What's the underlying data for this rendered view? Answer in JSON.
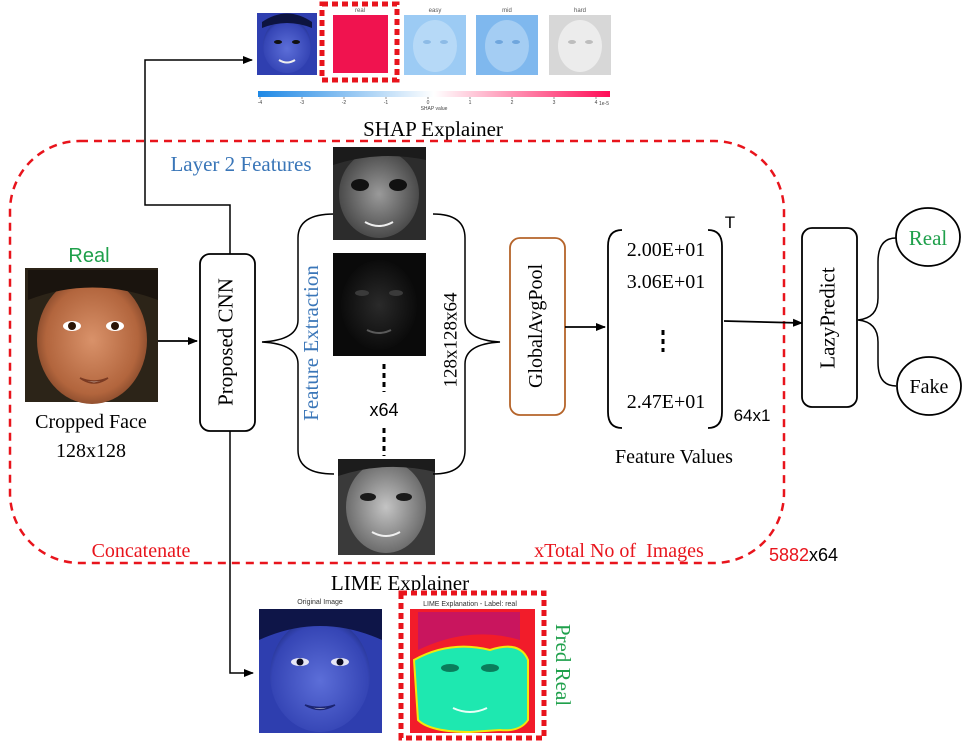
{
  "shap": {
    "panel_titles": [
      "real",
      "easy",
      "mid",
      "hard"
    ],
    "colorbar_ticks": [
      "-4",
      "-3",
      "-2",
      "-1",
      "0",
      "1",
      "2",
      "3",
      "4"
    ],
    "colorbar_label": "SHAP value",
    "colorbar_exponent": "1e-5",
    "caption": "SHAP Explainer"
  },
  "input": {
    "label": "Real",
    "caption_line1": "Cropped Face",
    "caption_line2": "128x128"
  },
  "cnn": {
    "label": "Proposed CNN"
  },
  "features": {
    "layer_title": "Layer 2 Features",
    "extraction_label": "Feature Extraction",
    "count_label": "x64",
    "dims_label": "128x128x64"
  },
  "pool": {
    "label": "GlobalAvgPool"
  },
  "vector": {
    "values": [
      "2.00E+01",
      "3.06E+01",
      "2.47E+01"
    ],
    "transpose": "T",
    "size": "64x1",
    "caption": "Feature Values"
  },
  "classifier": {
    "label": "LazyPredict"
  },
  "outputs": {
    "real": "Real",
    "fake": "Fake"
  },
  "concat": {
    "left_label": "Concatenate",
    "right_label": "xTotal No of  Images",
    "count_red": "5882",
    "count_rest": "x64"
  },
  "lime": {
    "caption": "LIME Explainer",
    "original_title": "Original Image",
    "explanation_title": "LIME Explanation - Label: real",
    "prediction_label": "Pred Real"
  },
  "colors": {
    "red": "#e8141c",
    "green": "#1fa04b",
    "blue": "#3a76b8",
    "orange": "#b5642a"
  }
}
